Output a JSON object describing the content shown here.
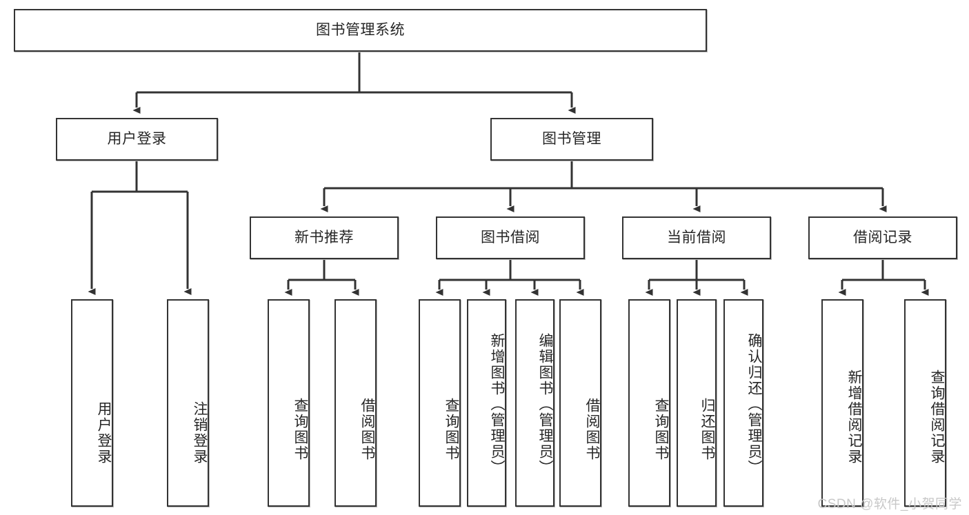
{
  "diagram": {
    "type": "tree-hierarchy",
    "title": "图书管理系统",
    "root": {
      "id": "root",
      "label": "图书管理系统"
    },
    "level2": [
      {
        "id": "user-login",
        "label": "用户登录"
      },
      {
        "id": "book-manage",
        "label": "图书管理"
      }
    ],
    "level3": [
      {
        "id": "new-book-rec",
        "label": "新书推荐",
        "parent": "book-manage"
      },
      {
        "id": "book-borrow",
        "label": "图书借阅",
        "parent": "book-manage"
      },
      {
        "id": "current-borrow",
        "label": "当前借阅",
        "parent": "book-manage"
      },
      {
        "id": "borrow-record",
        "label": "借阅记录",
        "parent": "book-manage"
      }
    ],
    "leaves": [
      {
        "id": "leaf-user-login",
        "label": "用户登录",
        "parent": "user-login"
      },
      {
        "id": "leaf-user-logout",
        "label": "注销登录",
        "parent": "user-login"
      },
      {
        "id": "leaf-query-book-1",
        "label": "查询图书",
        "parent": "new-book-rec"
      },
      {
        "id": "leaf-borrow-book-1",
        "label": "借阅图书",
        "parent": "new-book-rec"
      },
      {
        "id": "leaf-query-book-2",
        "label": "查询图书",
        "parent": "book-borrow"
      },
      {
        "id": "leaf-add-book",
        "label": "新增图书（管理员）",
        "parent": "book-borrow"
      },
      {
        "id": "leaf-edit-book",
        "label": "编辑图书（管理员）",
        "parent": "book-borrow"
      },
      {
        "id": "leaf-borrow-book-2",
        "label": "借阅图书",
        "parent": "book-borrow"
      },
      {
        "id": "leaf-query-book-3",
        "label": "查询图书",
        "parent": "current-borrow"
      },
      {
        "id": "leaf-return-book",
        "label": "归还图书",
        "parent": "current-borrow"
      },
      {
        "id": "leaf-confirm-return",
        "label": "确认归还（管理员）",
        "parent": "current-borrow"
      },
      {
        "id": "leaf-add-record",
        "label": "新增借阅记录",
        "parent": "borrow-record"
      },
      {
        "id": "leaf-query-record",
        "label": "查询借阅记录",
        "parent": "borrow-record"
      }
    ],
    "colors": {
      "border": "#333333",
      "text": "#262626",
      "background": "#ffffff",
      "watermark": "#c8c8c8"
    }
  },
  "watermark": {
    "text": "CSDN @软件_小贺同学"
  }
}
